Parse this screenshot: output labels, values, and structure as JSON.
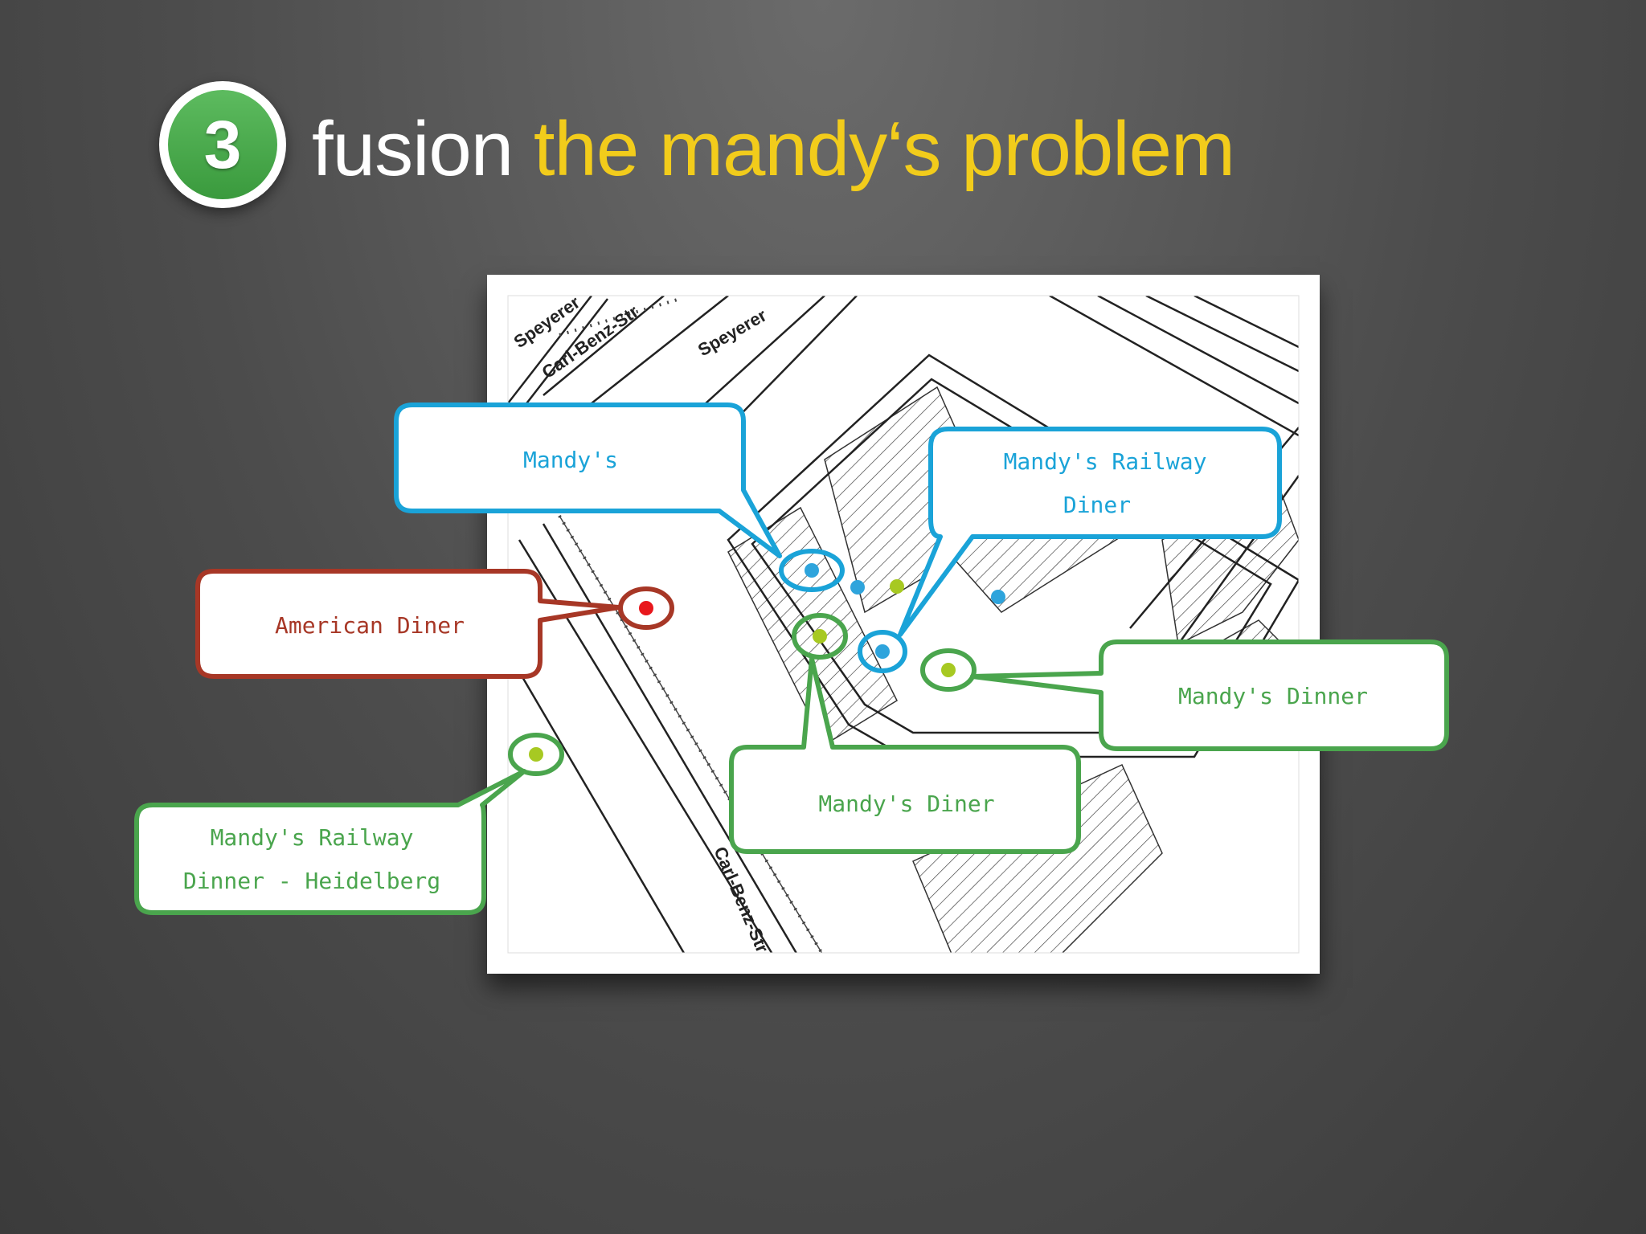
{
  "header": {
    "step_number": "3",
    "title_lead": "fusion",
    "title_accent": "the mandy‘s problem"
  },
  "colors": {
    "badge_green": "#3fa142",
    "accent_yellow": "#f2cc1b",
    "callout_blue": "#1aa3d8",
    "callout_red": "#a73726",
    "callout_green": "#4aa54d",
    "marker_blue": "#2ea4dc",
    "marker_green": "#a7c922",
    "marker_red": "#e8171c"
  },
  "map": {
    "road_labels": [
      "Speyerer",
      "Carl-Benz-Str",
      "Speyerer",
      "Carl-Benz-Str"
    ]
  },
  "markers": [
    {
      "name": "american-diner",
      "color": "red"
    },
    {
      "name": "mandys",
      "color": "blue"
    },
    {
      "name": "mandys-railway-diner",
      "color": "blue"
    },
    {
      "name": "mandys-diner",
      "color": "green"
    },
    {
      "name": "mandys-dinner",
      "color": "green"
    },
    {
      "name": "mandys-railway-dinner-heidelberg",
      "color": "green"
    },
    {
      "name": "extra-blue-1",
      "color": "blue"
    },
    {
      "name": "extra-blue-2",
      "color": "blue"
    },
    {
      "name": "extra-green-1",
      "color": "green"
    }
  ],
  "callouts": {
    "mandys": {
      "lines": [
        "Mandy's"
      ]
    },
    "mandys_railway_diner": {
      "lines": [
        "Mandy's Railway",
        "Diner"
      ]
    },
    "american_diner": {
      "lines": [
        "American Diner"
      ]
    },
    "mandys_dinner": {
      "lines": [
        "Mandy's Dinner"
      ]
    },
    "mandys_diner": {
      "lines": [
        "Mandy's Diner"
      ]
    },
    "mandys_railway_dinner_heidelberg": {
      "lines": [
        "Mandy's Railway",
        "Dinner - Heidelberg"
      ]
    }
  }
}
